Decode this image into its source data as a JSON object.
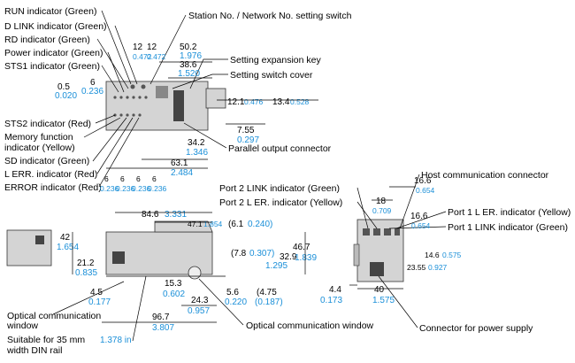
{
  "labels": {
    "run": "RUN indicator (Green)",
    "dlink": "D LINK indicator (Green)",
    "rd": "RD indicator (Green)",
    "power": "Power indicator (Green)",
    "sts1": "STS1 indicator (Green)",
    "sts2": "STS2 indicator (Red)",
    "mem1": "Memory function",
    "mem2": "indicator (Yellow)",
    "sd": "SD indicator (Green)",
    "lerr": "L ERR. indicator (Red)",
    "error": "ERROR indicator (Red)",
    "station": "Station No. / Network No. setting switch",
    "expkey": "Setting expansion key",
    "cover": "Setting switch cover",
    "parallel": "Parallel output connector",
    "host": "Host communication connector",
    "p2link": "Port 2 LINK indicator (Green)",
    "p2lerr": "Port 2 L ER. indicator (Yellow)",
    "p1lerr": "Port 1 L ER. indicator (Yellow)",
    "p1link": "Port 1 LINK indicator (Green)",
    "optwin1": "Optical communication",
    "optwin2": "window",
    "optwin3": "Optical communication window",
    "din1": "Suitable for 35 mm",
    "din1in": "1.378 in",
    "din2": "width DIN rail",
    "power_conn": "Connector for power supply"
  },
  "dims": {
    "d12a": "12",
    "d12a_in": "0.472",
    "d12b": "12",
    "d12b_in": "0.472",
    "d50": "50.2",
    "d50_in": "1.976",
    "d38": "38.6",
    "d38_in": "1.520",
    "d05": "0.5",
    "d05_in": "0.020",
    "d6": "6",
    "d6_in": "0.236",
    "d121": "12.1",
    "d121_in": "0.476",
    "d134": "13.4",
    "d134_in": "0.528",
    "d755": "7.55",
    "d755_in": "0.297",
    "d342": "34.2",
    "d342_in": "1.346",
    "d631": "63.1",
    "d631_in": "2.484",
    "b6": "6",
    "b6_in": "0.236",
    "d846": "84.6",
    "d846_in": "3.331",
    "d471": "47.1",
    "d471_in": "1.854",
    "d61": "(6.1",
    "d61_in": "0.240)",
    "d42": "42",
    "d42_in": "1.654",
    "d212": "21.2",
    "d212_in": "0.835",
    "d45": "4.5",
    "d45_in": "0.177",
    "d78": "(7.8",
    "d78_in": "0.307)",
    "d329": "32.9",
    "d329_in": "1.295",
    "d467": "46.7",
    "d467_in": "1.839",
    "d153": "15.3",
    "d153_in": "0.602",
    "d56": "5.6",
    "d56_in": "0.220",
    "d475": "(4.75",
    "d475_in": "(0.187)",
    "d243": "24.3",
    "d243_in": "0.957",
    "d967": "96.7",
    "d967_in": "3.807",
    "d166a": "16.6",
    "d166a_in": "0.654",
    "d18": "18",
    "d18_in": "0.709",
    "d166b": "16.6",
    "d166b_in": "0.654",
    "d146": "14.6",
    "d146_in": "0.575",
    "d2355": "23.55",
    "d2355_in": "0.927",
    "d44": "4.4",
    "d44_in": "0.173",
    "d40": "40",
    "d40_in": "1.575"
  },
  "colors": {
    "inch": "#1a8fd8",
    "body": "#d4d4d4"
  }
}
